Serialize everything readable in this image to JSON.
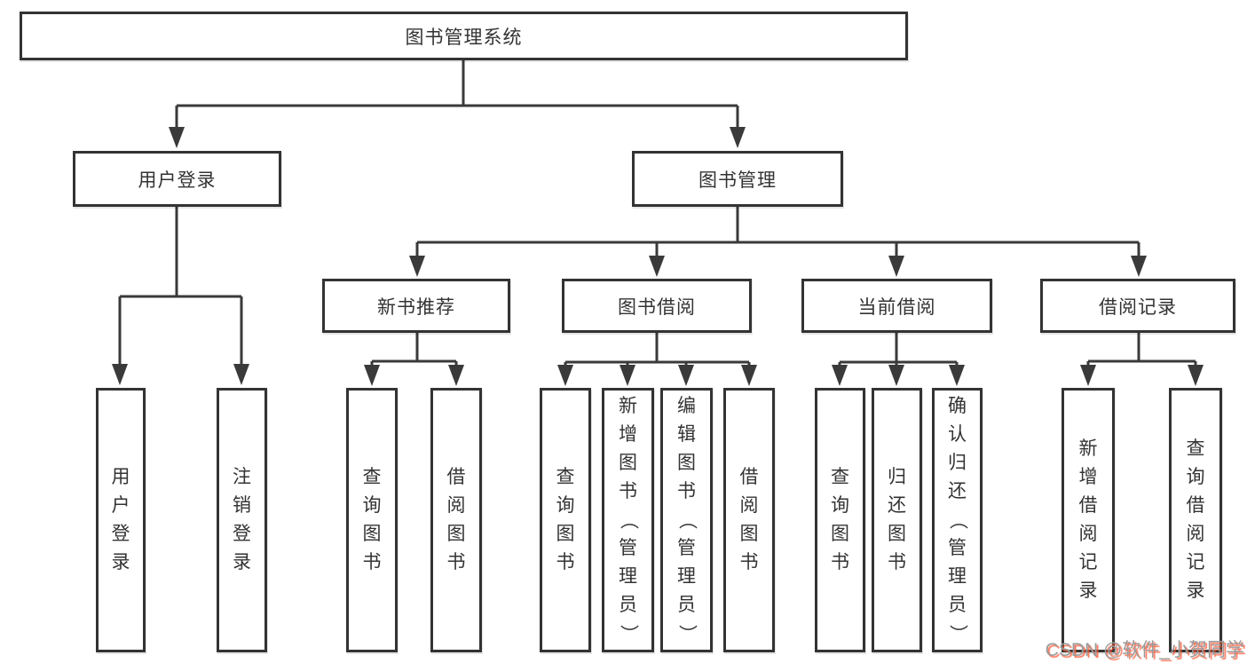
{
  "diagram": {
    "root_label": "图书管理系统",
    "level2": {
      "user_login": "用户登录",
      "book_management": "图书管理"
    },
    "level3": {
      "new_book_recommend": "新书推荐",
      "book_borrow": "图书借阅",
      "current_borrow": "当前借阅",
      "borrow_record": "借阅记录"
    },
    "leaves": {
      "user_login": [
        "用户登录",
        "注销登录"
      ],
      "new_book_recommend": [
        "查询图书",
        "借阅图书"
      ],
      "book_borrow": [
        "查询图书",
        "新增图书（管理员）",
        "编辑图书（管理员）",
        "借阅图书"
      ],
      "current_borrow": [
        "查询图书",
        "归还图书",
        "确认归还（管理员）"
      ],
      "borrow_record": [
        "新增借阅记录",
        "查询借阅记录"
      ]
    },
    "colors": {
      "line": "#3a3a3a",
      "box_border": "#333333",
      "text": "#333333",
      "background": "#ffffff",
      "watermark_text": "#9b9b9b",
      "watermark_accent": "#fc5531"
    }
  },
  "watermark": {
    "text": "CSDN @软件_小贺同学"
  }
}
